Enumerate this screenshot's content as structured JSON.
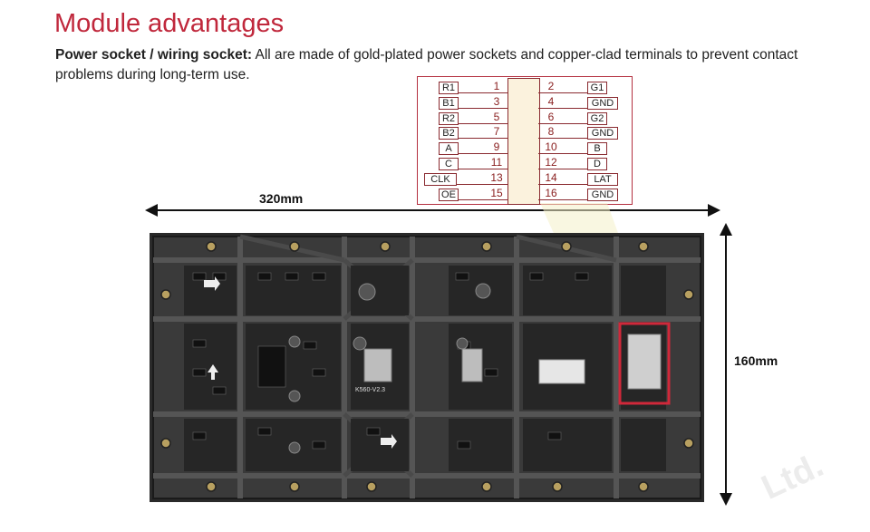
{
  "heading": "Module advantages",
  "description": {
    "bold_label": "Power socket / wiring socket:",
    "text": " All are made of gold-plated power sockets and copper-clad terminals to prevent contact problems during long-term use."
  },
  "pinout": {
    "rows": [
      {
        "left_label": "R1",
        "left_num": "1",
        "right_num": "2",
        "right_label": "G1"
      },
      {
        "left_label": "B1",
        "left_num": "3",
        "right_num": "4",
        "right_label": "GND"
      },
      {
        "left_label": "R2",
        "left_num": "5",
        "right_num": "6",
        "right_label": "G2"
      },
      {
        "left_label": "B2",
        "left_num": "7",
        "right_num": "8",
        "right_label": "GND"
      },
      {
        "left_label": "A",
        "left_num": "9",
        "right_num": "10",
        "right_label": "B"
      },
      {
        "left_label": "C",
        "left_num": "11",
        "right_num": "12",
        "right_label": "D"
      },
      {
        "left_label": "CLK",
        "left_num": "13",
        "right_num": "14",
        "right_label": "LAT"
      },
      {
        "left_label": "OE",
        "left_num": "15",
        "right_num": "16",
        "right_label": "GND"
      }
    ]
  },
  "dimensions": {
    "width": "320mm",
    "height": "160mm"
  },
  "board_silkscreen": "K560-V2.3",
  "watermark": "Ltd.",
  "colors": {
    "heading": "#c0283c",
    "highlight_box": "#d0283a"
  }
}
